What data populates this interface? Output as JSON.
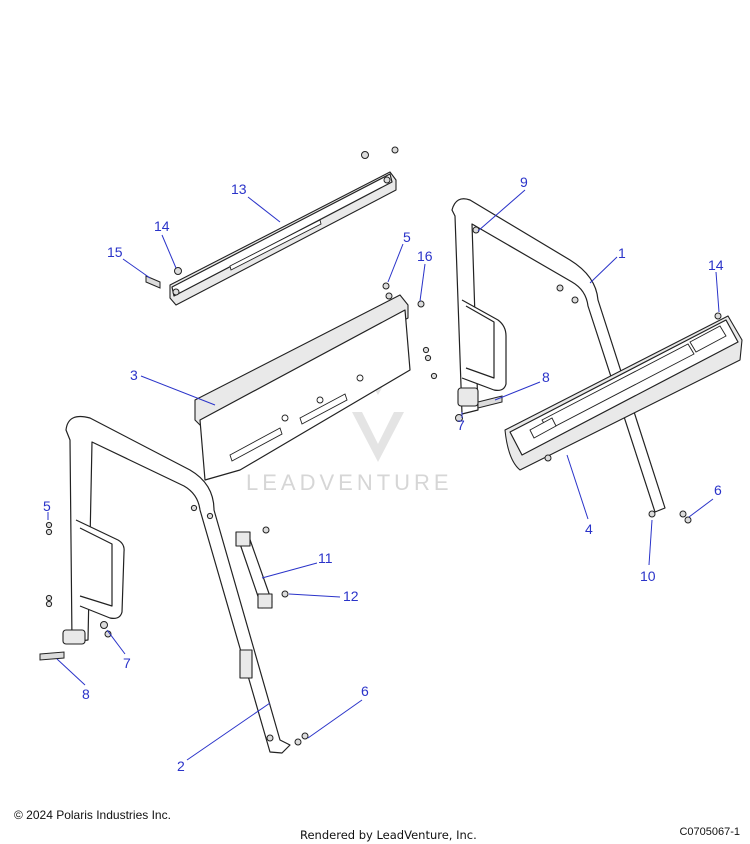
{
  "watermark": {
    "brand": "LEADVENTURE"
  },
  "callouts": [
    "1",
    "2",
    "3",
    "4",
    "5",
    "5",
    "6",
    "6",
    "7",
    "7",
    "8",
    "8",
    "9",
    "10",
    "11",
    "12",
    "13",
    "14",
    "14",
    "15",
    "16"
  ],
  "footer": {
    "copyright": "© 2024 Polaris Industries Inc.",
    "rendered_by": "Rendered by LeadVenture, Inc.",
    "diagram_code": "C0705067-1"
  },
  "colors": {
    "callout": "#2a33c9",
    "line": "#222222",
    "watermark": "#d6d6d6"
  }
}
